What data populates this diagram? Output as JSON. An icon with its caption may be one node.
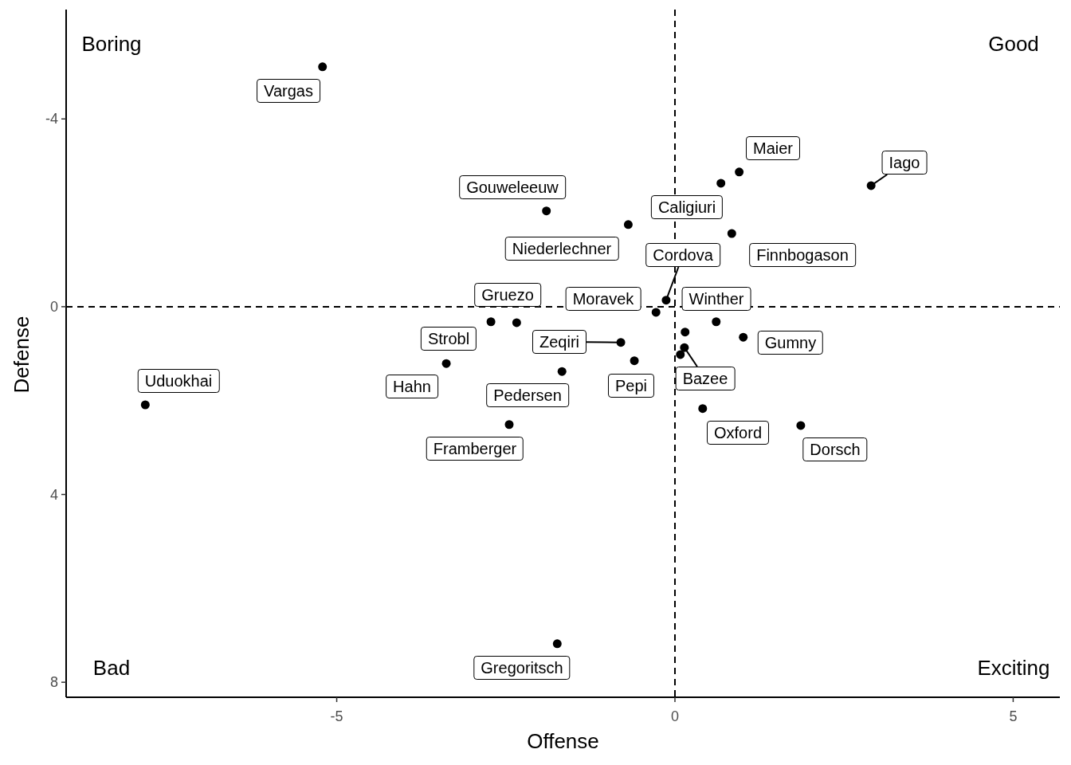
{
  "diagram": {
    "labels": [
      "Boring",
      "Good",
      "Bad",
      "Exciting"
    ],
    "chart_data": {
      "type": "scatter",
      "xlabel": "Offense",
      "ylabel": "Defense",
      "x": [
        -5.21,
        0.95,
        0.68,
        2.9,
        -1.9,
        -0.69,
        0.84,
        -0.13,
        -0.28,
        -2.34,
        -2.72,
        -3.38,
        0.61,
        1.01,
        0.15,
        -0.8,
        -0.6,
        0.14,
        0.08,
        -1.67,
        -7.83,
        0.41,
        1.86,
        -2.45,
        -1.74
      ],
      "series": [
        {
          "color": "#000000",
          "values": [
            -5.11,
            -2.87,
            -2.63,
            -2.58,
            -2.04,
            -1.75,
            -1.56,
            -0.14,
            0.12,
            0.34,
            0.32,
            1.21,
            0.32,
            0.65,
            0.54,
            0.76,
            1.15,
            0.87,
            1.02,
            1.38,
            2.09,
            2.17,
            2.53,
            2.51,
            7.18
          ]
        }
      ],
      "xlim": [
        -9.0,
        5.69
      ],
      "ylim": [
        8.32,
        -6.33
      ],
      "xticks": [
        -5,
        0,
        5
      ],
      "yticks": [
        -4,
        0,
        4,
        8
      ],
      "annotations": [
        {
          "text": "Vargas",
          "x": -5.21,
          "y": -5.11
        },
        {
          "text": "Maier",
          "x": 0.95,
          "y": -2.87
        },
        {
          "text": "Iago",
          "x": 2.9,
          "y": -2.58
        },
        {
          "text": "Gouweleeuw",
          "x": -1.9,
          "y": -2.04
        },
        {
          "text": "Caligiuri",
          "x": 0.68,
          "y": -2.63
        },
        {
          "text": "Niederlechner",
          "x": -0.69,
          "y": -1.75
        },
        {
          "text": "Cordova",
          "x": -0.13,
          "y": -0.14
        },
        {
          "text": "Finnbogason",
          "x": 0.84,
          "y": -1.56
        },
        {
          "text": "Gruezo",
          "x": -2.34,
          "y": 0.34
        },
        {
          "text": "Moravek",
          "x": -0.28,
          "y": 0.12
        },
        {
          "text": "Winther",
          "x": 0.61,
          "y": 0.32
        },
        {
          "text": "Strobl",
          "x": -2.72,
          "y": 0.32
        },
        {
          "text": "Zeqiri",
          "x": -0.8,
          "y": 0.76
        },
        {
          "text": "Gumny",
          "x": 1.01,
          "y": 0.65
        },
        {
          "text": "Hahn",
          "x": -3.38,
          "y": 1.21
        },
        {
          "text": "Pepi",
          "x": -0.6,
          "y": 1.15
        },
        {
          "text": "Bazee",
          "x": 0.14,
          "y": 0.87
        },
        {
          "text": "Pedersen",
          "x": -1.67,
          "y": 1.38
        },
        {
          "text": "Uduokhai",
          "x": -7.83,
          "y": 2.09
        },
        {
          "text": "Oxford",
          "x": 0.41,
          "y": 2.17
        },
        {
          "text": "Dorsch",
          "x": 1.86,
          "y": 2.53
        },
        {
          "text": "Framberger",
          "x": -2.45,
          "y": 2.51
        },
        {
          "text": "Gregoritsch",
          "x": -1.74,
          "y": 7.18
        }
      ]
    }
  }
}
